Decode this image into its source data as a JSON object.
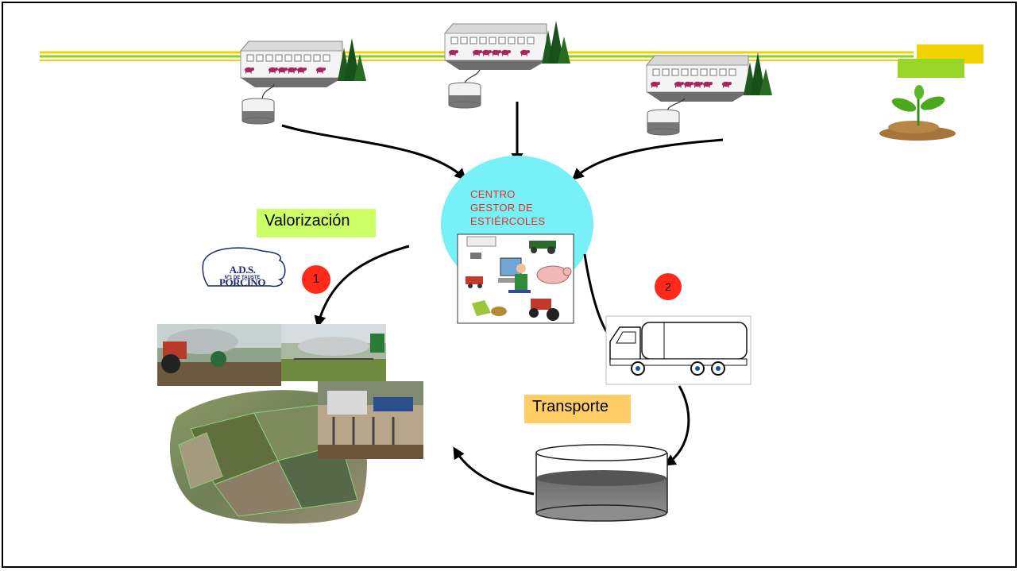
{
  "labels": {
    "valorizacion": "Valorización",
    "transporte": "Transporte"
  },
  "hub": {
    "line1": "CENTRO",
    "line2": "GESTOR DE",
    "line3": "ESTIÉRCOLES"
  },
  "badges": {
    "one": "1",
    "two": "2"
  },
  "logo": {
    "name": "A.D.S. PORCINO",
    "subtitle": "Nº1 DE TAUSTE"
  },
  "colors": {
    "valorizacion_bg": "#ccff66",
    "transporte_bg": "#ffcc66",
    "hub_fill": "#77f0f7",
    "hub_text": "#e0301c",
    "badge": "#ff2a1a",
    "pig": "#a8265e",
    "green_line": "#8fcf1f",
    "yellow_line": "#f2d200"
  }
}
